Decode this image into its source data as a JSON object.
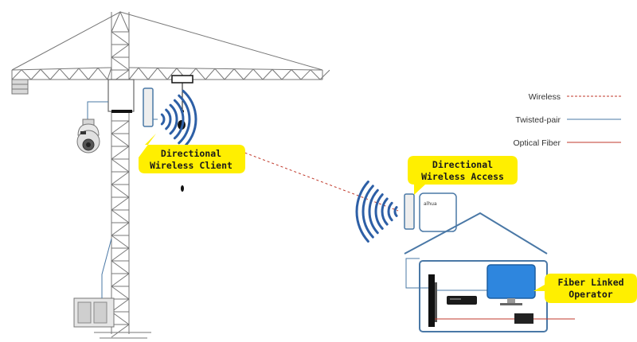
{
  "legend": {
    "items": [
      {
        "label": "Wireless",
        "style": "dashed",
        "color": "#c0392b"
      },
      {
        "label": "Twisted-pair",
        "style": "solid",
        "color": "#4a78a6"
      },
      {
        "label": "Optical Fiber",
        "style": "solid",
        "color": "#c0392b"
      }
    ]
  },
  "callouts": {
    "client": {
      "line1": "Directional",
      "line2": "Wireless Client"
    },
    "access": {
      "line1": "Directional",
      "line2": "Wireless Access"
    },
    "operator": {
      "line1": "Fiber Linked",
      "line2": "Operator"
    }
  },
  "device_brand": "alhua",
  "colors": {
    "callout_fill": "#ffef00",
    "wave_blue": "#2d5fa6",
    "monitor_blue": "#2e86de",
    "wireless_link": "#c0392b",
    "twisted_pair": "#4a78a6",
    "fiber": "#c0392b"
  },
  "icons": [
    "tower-crane",
    "ptz-dome-camera",
    "directional-antenna",
    "wireless-access-point",
    "nvr",
    "monitor",
    "fiber-converter"
  ]
}
